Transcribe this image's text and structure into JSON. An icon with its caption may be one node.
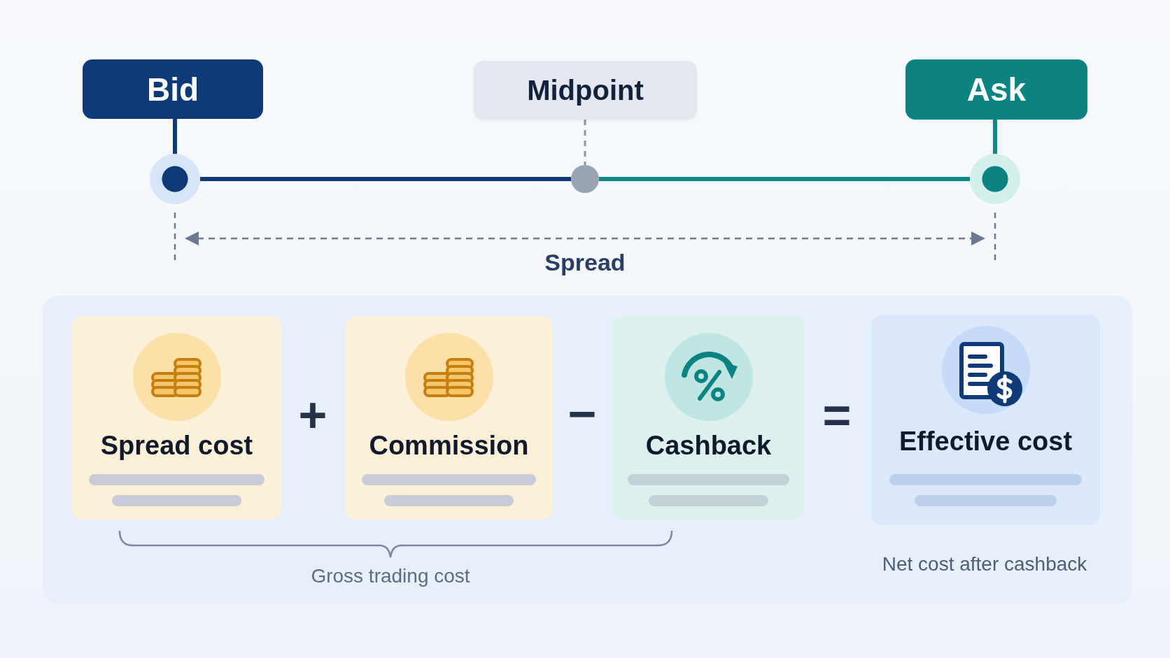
{
  "diagram": {
    "nodes": [
      {
        "text": [
          "Bid"
        ]
      },
      {
        "text": [
          "Midpoint"
        ]
      },
      {
        "text": [
          "Ask"
        ]
      },
      {
        "text": [],
        "shape": "circle"
      },
      {
        "text": [],
        "shape": "circle"
      },
      {
        "text": [],
        "shape": "circle"
      },
      {
        "text": [],
        "shape": "box"
      },
      {
        "text": [
          "Spread cost"
        ],
        "in": 6
      },
      {
        "text": [
          "Commission"
        ],
        "in": 6
      },
      {
        "text": [
          "Cashback"
        ],
        "in": 6
      },
      {
        "text": [
          "Effective cost"
        ],
        "in": 6
      }
    ],
    "edges": [
      {
        "from": 0,
        "to": 3,
        "arrow": "none"
      },
      {
        "from": 1,
        "to": 4,
        "arrow": "none",
        "style": "dashed",
        "color": "#8d96a8"
      },
      {
        "from": 2,
        "to": 5,
        "arrow": "none",
        "color": "#0f8585"
      },
      {
        "from": 3,
        "to": 4,
        "arrow": "none"
      },
      {
        "from": 4,
        "to": 5,
        "arrow": "none",
        "color": "#0f8585"
      }
    ],
    "labels": [
      "Spread",
      "+",
      "−",
      "=",
      "Gross trading cost",
      "Net cost after cashback"
    ]
  }
}
